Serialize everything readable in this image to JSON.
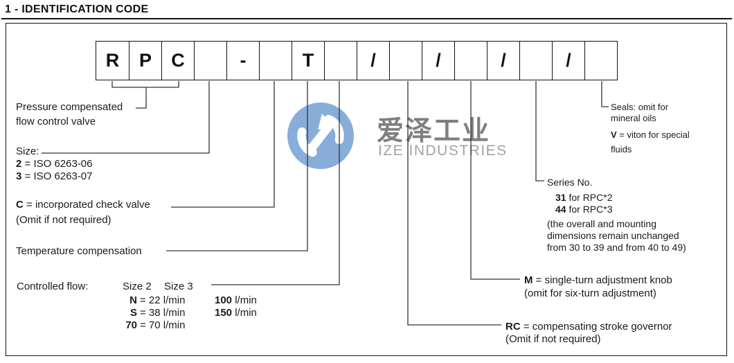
{
  "title": "1 - IDENTIFICATION CODE",
  "code": {
    "cells": [
      "R",
      "P",
      "C",
      "",
      "-",
      "",
      "T",
      "",
      "/",
      "",
      "/",
      "",
      "/",
      "",
      "/",
      ""
    ]
  },
  "left": {
    "pressure_line1": "Pressure compensated",
    "pressure_line2": "flow control valve",
    "size_label": "Size:",
    "size_opt1_key": "2",
    "size_opt1_rest": " = ISO 6263-06",
    "size_opt2_key": "3",
    "size_opt2_rest": " = ISO 6263-07",
    "check_key": "C",
    "check_rest": " = incorporated check valve",
    "check_note": "(Omit if not required)",
    "temp_label": "Temperature compensation",
    "flow": {
      "label": "Controlled flow:",
      "header_size2": "Size 2",
      "header_size3": "Size 3",
      "rows": [
        {
          "key": "N",
          "flow2": "= 22 l/min",
          "flow3_num": "100",
          "flow3_unit": " l/min"
        },
        {
          "key": "S",
          "flow2": "= 38 l/min",
          "flow3_num": "150",
          "flow3_unit": " l/min"
        },
        {
          "key": "70",
          "flow2": "= 70 l/min",
          "flow3_num": "",
          "flow3_unit": ""
        }
      ]
    }
  },
  "right": {
    "seals_line1": "Seals: omit for",
    "seals_line2": "mineral oils",
    "seals_v_key": "V",
    "seals_v_rest": " = viton for special",
    "seals_line4": "fluids",
    "series_label": "Series No.",
    "series_opt1_key": "31",
    "series_opt1_rest": " for RPC*2",
    "series_opt2_key": "44",
    "series_opt2_rest": " for RPC*3",
    "series_note1": "(the overall and mounting",
    "series_note2": "dimensions remain unchanged",
    "series_note3": "from 30 to 39 and from 40 to 49)",
    "m_key": "M",
    "m_rest": " = single-turn adjustment knob",
    "m_note": "(omit for six-turn adjustment)",
    "rc_key": "RC",
    "rc_rest": " = compensating stroke governor",
    "rc_note": "(Omit if not required)"
  },
  "watermark": {
    "cn": "爱泽工业",
    "en": "IZE INDUSTRIES",
    "logo_color": "#87add8",
    "cn_color": "#7f7f7f",
    "en_color": "#a2a2a2"
  }
}
